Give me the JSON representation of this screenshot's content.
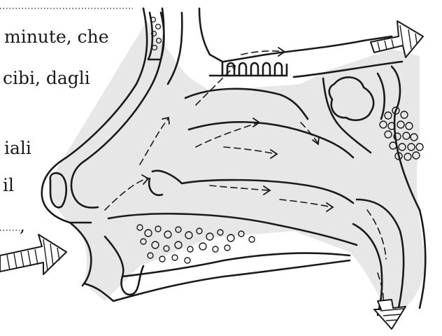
{
  "text_lines": [
    {
      "text": "minute, che"
    },
    {
      "text": "cibi, dagli"
    },
    {
      "text": "iali"
    },
    {
      "text": "il"
    },
    {
      "text": ","
    }
  ],
  "colors": {
    "ink": "#1a1a1a",
    "shadow": "#d4d4d4",
    "paper": "#ffffff"
  }
}
